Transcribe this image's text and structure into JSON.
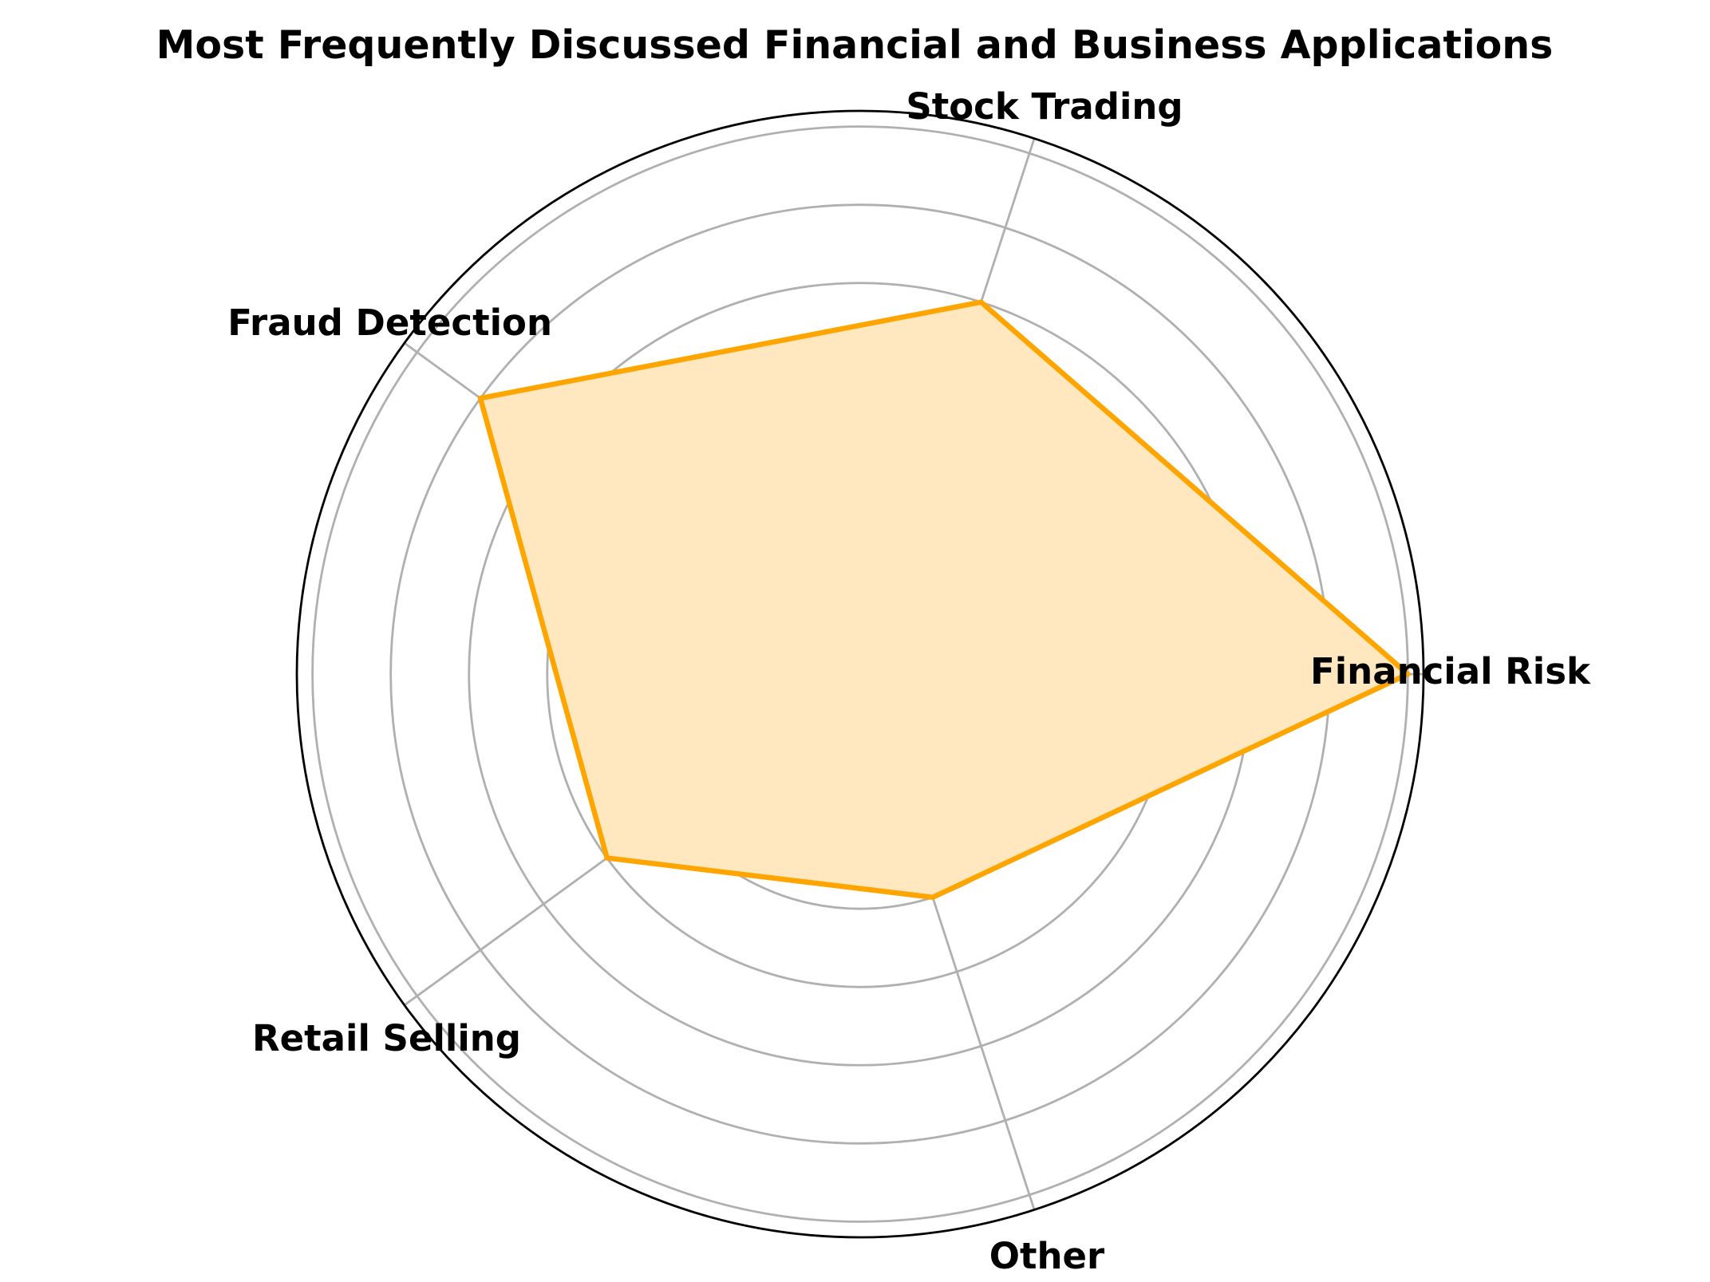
{
  "chart_data": {
    "type": "radar",
    "title": "Most Frequently Discussed Financial and Business Applications",
    "categories": [
      "Financial Risk",
      "Stock Trading",
      "Fraud Detection",
      "Retail Selling",
      "Other"
    ],
    "series": [
      {
        "values": [
          7,
          5,
          6,
          4,
          3
        ],
        "color": "#FFA500",
        "fill_color": "#FFE7C0"
      }
    ],
    "rmax": 7.2,
    "ring_values": [
      1,
      2,
      3,
      4,
      5,
      6,
      7
    ],
    "radial_tick_labels_visible": false,
    "grid": true,
    "frame_color": "#000000",
    "grid_color": "#B0B0B0"
  }
}
